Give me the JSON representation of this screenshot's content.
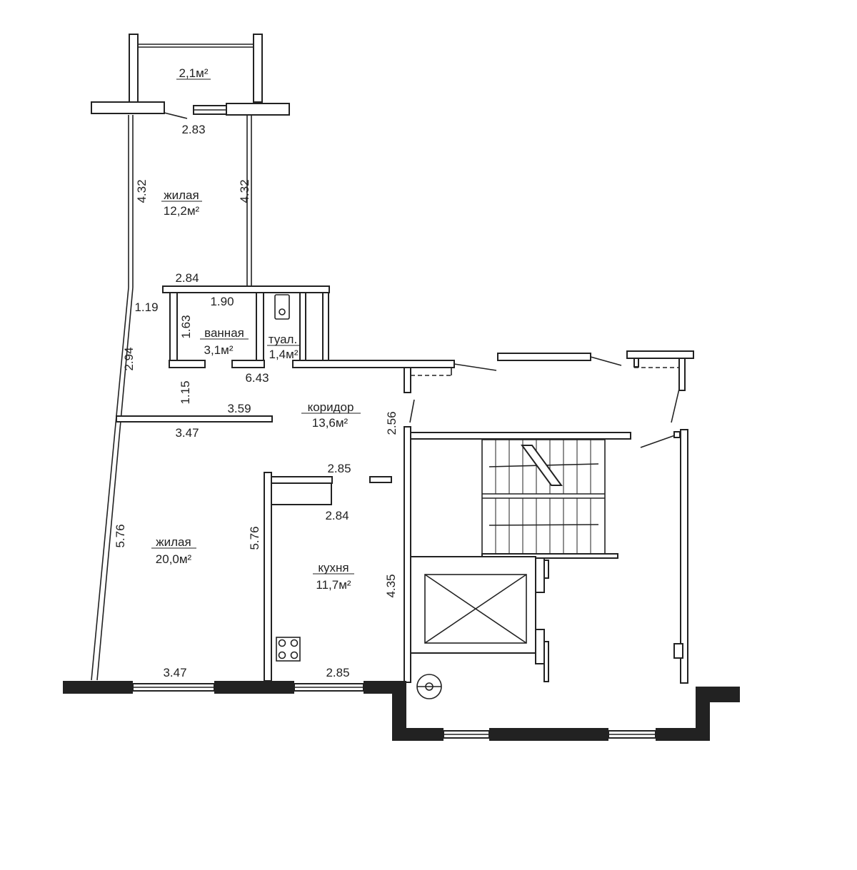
{
  "rooms": {
    "balcony": {
      "area": "2,1м²"
    },
    "bedroom": {
      "name": "жилая",
      "area": "12,2м²"
    },
    "bathroom": {
      "name": "ванная",
      "area": "3,1м²"
    },
    "toilet": {
      "name": "туал.",
      "area": "1,4м²"
    },
    "corridor": {
      "name": "коридор",
      "area": "13,6м²"
    },
    "living": {
      "name": "жилая",
      "area": "20,0м²"
    },
    "kitchen": {
      "name": "кухня",
      "area": "11,7м²"
    }
  },
  "dimensions": {
    "balcony_width": "2.83",
    "bedroom_left": "4.32",
    "bedroom_right": "4.32",
    "bath_top": "2.84",
    "bath_inner": "1.90",
    "left_119": "1.19",
    "bath_height": "1.63",
    "left_294": "2.94",
    "corridor_len": "6.43",
    "left_115": "1.15",
    "corridor_359": "3.59",
    "corridor_347": "3.47",
    "corridor_256": "2.56",
    "kitchen_top": "2.85",
    "kitchen_top2": "2.84",
    "living_left": "5.76",
    "living_right": "5.76",
    "kitchen_right": "4.35",
    "living_bottom": "3.47",
    "kitchen_bottom": "2.85"
  }
}
